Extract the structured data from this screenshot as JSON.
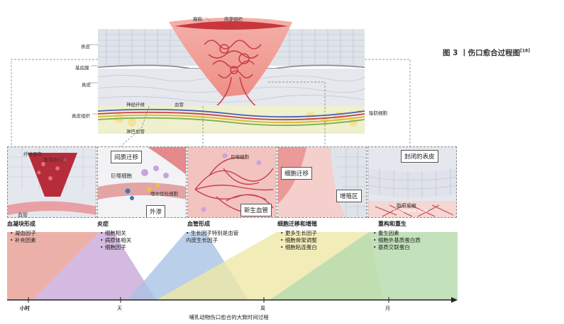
{
  "figure": {
    "title": "图 3 丨伤口愈合过程图",
    "ref": "[18]"
  },
  "main_labels": {
    "scab": "瘢痂",
    "granulation": "肉芽组织",
    "epidermis": "表皮",
    "basement": "基底膜",
    "dermis": "真皮",
    "nerve": "神经纤维",
    "vessel": "血管",
    "subcutaneous": "真皮组织",
    "fat": "脂肪细胞",
    "lymph": "淋巴血管"
  },
  "panels": {
    "clot": {
      "fibrin": "纤维蛋白",
      "platelet": "激活血小板",
      "vessel": "血管"
    },
    "inflam": {
      "interstitial": "间质迁移",
      "macrophage": "巨噬细胞",
      "neutrophil": "嗜中性粒细胞",
      "exudation": "外渗"
    },
    "angio": {
      "macrophage": "巨噬细胞",
      "new_vessel": "新生血管"
    },
    "migration": {
      "migration": "细胞迁移",
      "proliferation": "增殖区"
    },
    "remodel": {
      "closed": "封闭的表皮",
      "scar": "胶原瘢痕",
      "scar_en": "Collagen scar"
    }
  },
  "phases": [
    {
      "title": "血凝块形成",
      "factors": [
        "凝血因子",
        "补充因素"
      ],
      "color": "#e8a39a"
    },
    {
      "title": "炎症",
      "factors": [
        "细胞相关",
        "病原体相关",
        "细胞因子"
      ],
      "color": "#c9a8d8"
    },
    {
      "title": "血管形成",
      "factors": [
        "生长因子特别是血管内皮生长因子"
      ],
      "color": "#a9c3e3"
    },
    {
      "title": "细胞迁移和增殖",
      "factors": [
        "更多生长因子",
        "细胞骨架调整",
        "细胞粘连蛋白"
      ],
      "color": "#efe7a6"
    },
    {
      "title": "重构和重生",
      "factors": [
        "重生因素",
        "细胞外基质蛋白质",
        "基质交联蛋白"
      ],
      "color": "#b9dcae"
    }
  ],
  "axis": {
    "ticks": [
      "小时",
      "天",
      "周",
      "月"
    ],
    "caption": "哺乳动物伤口愈合的大致时间过程"
  }
}
